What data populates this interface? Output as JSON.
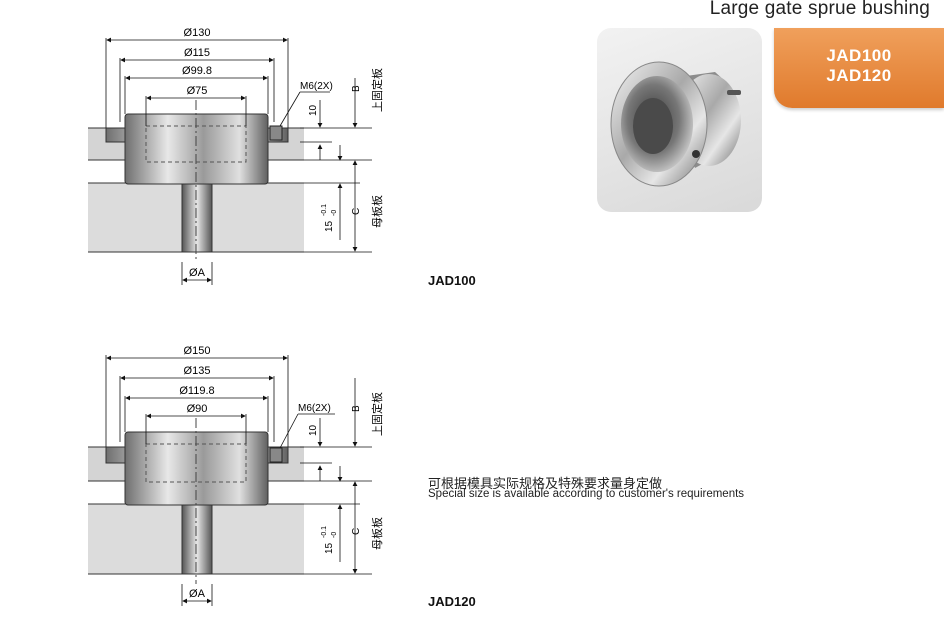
{
  "header": {
    "title": "Large gate sprue bushing"
  },
  "badge": {
    "line1": "JAD100",
    "line2": "JAD120"
  },
  "drawings": [
    {
      "model": "JAD100",
      "dims": {
        "d1": "Ø130",
        "d2": "Ø115",
        "d3": "Ø99.8",
        "d4": "Ø75"
      },
      "screw": "M6(2X)",
      "h10": "10",
      "h15": "15",
      "tol_upper": "-0.1",
      "tol_lower": "-0",
      "b_label": "B",
      "c_label": "C",
      "upper_plate": "上固定板",
      "lower_plate": "母板板",
      "bore": "ØA"
    },
    {
      "model": "JAD120",
      "dims": {
        "d1": "Ø150",
        "d2": "Ø135",
        "d3": "Ø119.8",
        "d4": "Ø90"
      },
      "screw": "M6(2X)",
      "h10": "10",
      "h15": "15",
      "tol_upper": "-0.1",
      "tol_lower": "-0",
      "b_label": "B",
      "c_label": "C",
      "upper_plate": "上固定板",
      "lower_plate": "母板板",
      "bore": "ØA"
    }
  ],
  "note": {
    "cn": "可根据模具实际规格及特殊要求量身定做",
    "en": "Special size is available according to customer's requirements"
  }
}
